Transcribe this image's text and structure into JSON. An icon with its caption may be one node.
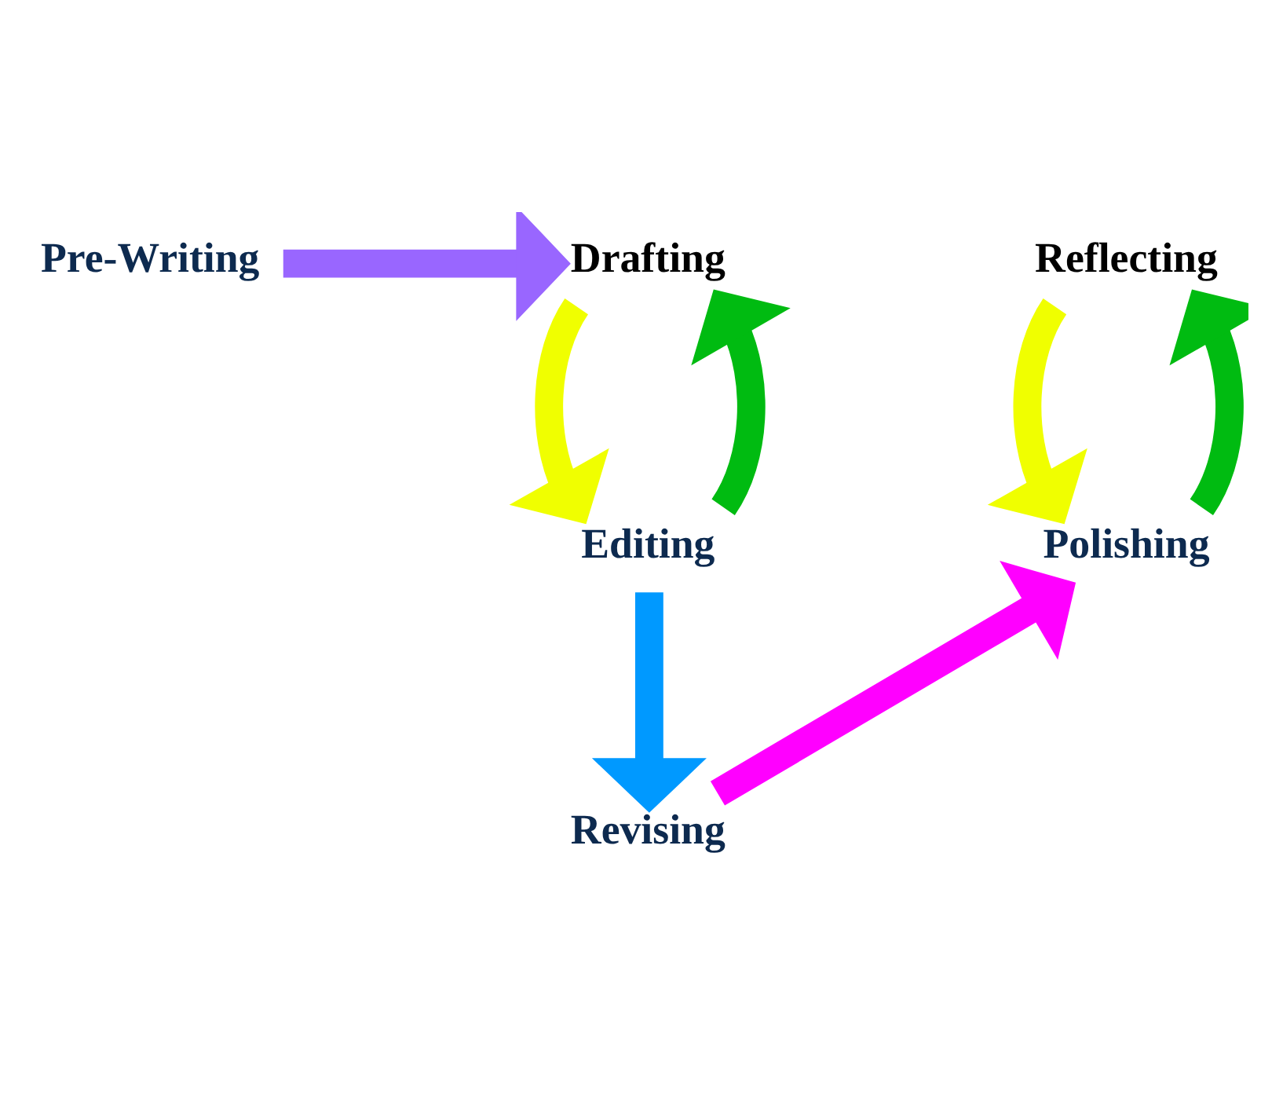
{
  "diagram": {
    "nodes": [
      {
        "text": [
          "Pre-Writing"
        ]
      },
      {
        "text": [
          "Drafting"
        ]
      },
      {
        "text": [
          "Reflecting"
        ]
      },
      {
        "text": [
          "Polishing"
        ]
      },
      {
        "text": [
          "Editing"
        ]
      },
      {
        "text": [
          "Revising"
        ]
      }
    ],
    "edges": [
      {
        "from": 0,
        "to": 1,
        "arrow": "to",
        "color": "#9966ff"
      },
      {
        "from": 1,
        "to": 4,
        "arrow": "to",
        "color": "#f0ff00"
      },
      {
        "from": 4,
        "to": 1,
        "arrow": "to",
        "color": "#00bb11"
      },
      {
        "from": 4,
        "to": 5,
        "arrow": "to",
        "color": "#0099ff"
      },
      {
        "from": 5,
        "to": 3,
        "arrow": "to",
        "color": "#ff00ff"
      },
      {
        "from": 2,
        "to": 3,
        "arrow": "to",
        "color": "#f0ff00"
      },
      {
        "from": 3,
        "to": 2,
        "arrow": "to",
        "color": "#00bb11"
      }
    ]
  }
}
